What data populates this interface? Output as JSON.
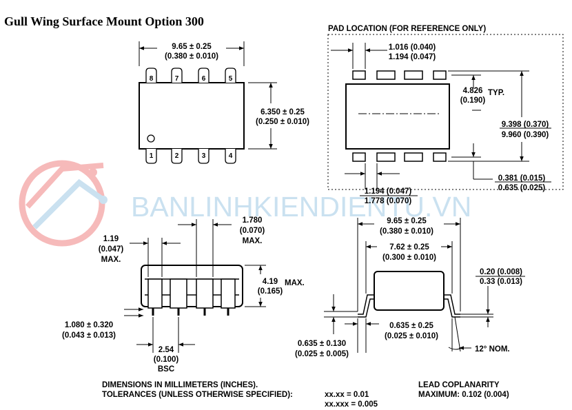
{
  "title": "Gull Wing Surface Mount Option 300",
  "watermark": {
    "text": "BANLINHKIENDIENTU.VN",
    "color_light": "#b9d7ec",
    "color_accent": "#f08080"
  },
  "top_view": {
    "pins_top": [
      "8",
      "7",
      "6",
      "5"
    ],
    "pins_bottom": [
      "1",
      "2",
      "3",
      "4"
    ],
    "width_mm": "9.65 ± 0.25",
    "width_in": "(0.380 ± 0.010)",
    "height_mm": "6.350 ± 0.25",
    "height_in": "(0.250 ± 0.010)"
  },
  "pad_location": {
    "heading": "PAD LOCATION (FOR REFERENCE ONLY)",
    "pad_width_1": "1.016 (0.040)",
    "pad_width_2": "1.194 (0.047)",
    "pad_span_mm": "4.826",
    "pad_span_in": "(0.190)",
    "pad_span_note": "TYP.",
    "overall_1": "9.398 (0.370)",
    "overall_2": "9.960 (0.390)",
    "pad_len_1": "0.381 (0.015)",
    "pad_len_2": "0.635 (0.025)",
    "pitch_1": "1.194 (0.047)",
    "pitch_2": "1.778 (0.070)"
  },
  "side_view": {
    "lead_w_mm": "1.19",
    "lead_w_in": "(0.047)",
    "lead_w_note": "MAX.",
    "lead_gap_mm": "1.780",
    "lead_gap_in": "(0.070)",
    "lead_gap_note": "MAX.",
    "height_mm": "4.19",
    "height_note": "MAX.",
    "height_in": "(0.165)",
    "foot_mm": "1.080 ± 0.320",
    "foot_in": "(0.043 ± 0.013)",
    "pitch_mm": "2.54",
    "pitch_in": "(0.100)",
    "pitch_note": "BSC"
  },
  "end_view": {
    "span_mm": "9.65 ± 0.25",
    "span_in": "(0.380 ± 0.010)",
    "body_mm": "7.62 ± 0.25",
    "body_in": "(0.300 ± 0.010)",
    "thick_1": "0.20 (0.008)",
    "thick_2": "0.33 (0.013)",
    "foot_mm": "0.635 ± 0.25",
    "foot_in": "(0.025 ± 0.010)",
    "stand_mm": "0.635 ± 0.130",
    "stand_in": "(0.025 ± 0.005)",
    "angle": "12° NOM."
  },
  "notes": {
    "dims_line": "DIMENSIONS IN MILLIMETERS (INCHES).",
    "tol_line": "TOLERANCES (UNLESS OTHERWISE SPECIFIED):",
    "tol_1": "xx.xx = 0.01",
    "tol_2": "xx.xxx = 0.005",
    "coplanarity_1": "LEAD COPLANARITY",
    "coplanarity_2": "MAXIMUM: 0.102 (0.004)"
  }
}
